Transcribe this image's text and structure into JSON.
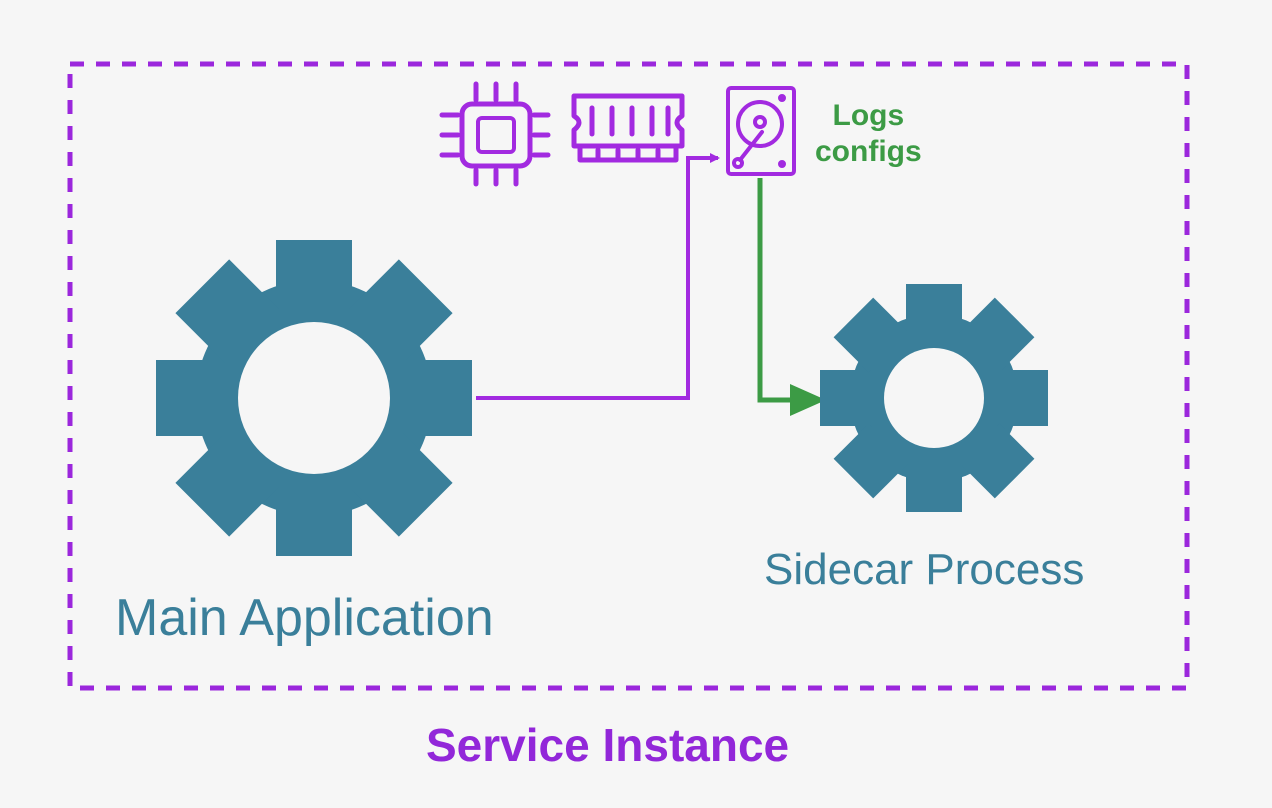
{
  "colors": {
    "boundary": "#9b27dc",
    "gear": "#3a7f9a",
    "resource": "#a22ae0",
    "storage_flow": "#3c9b45",
    "background": "#f6f6f6"
  },
  "boundary": {
    "label": "Service Instance"
  },
  "main_application": {
    "label": "Main Application",
    "icon": "gear-icon"
  },
  "sidecar": {
    "label": "Sidecar Process",
    "icon": "gear-icon"
  },
  "resources": {
    "cpu_icon": "cpu-chip-icon",
    "memory_icon": "ram-module-icon",
    "disk_icon": "hard-drive-icon"
  },
  "storage": {
    "line1": "Logs",
    "line2": "configs"
  }
}
